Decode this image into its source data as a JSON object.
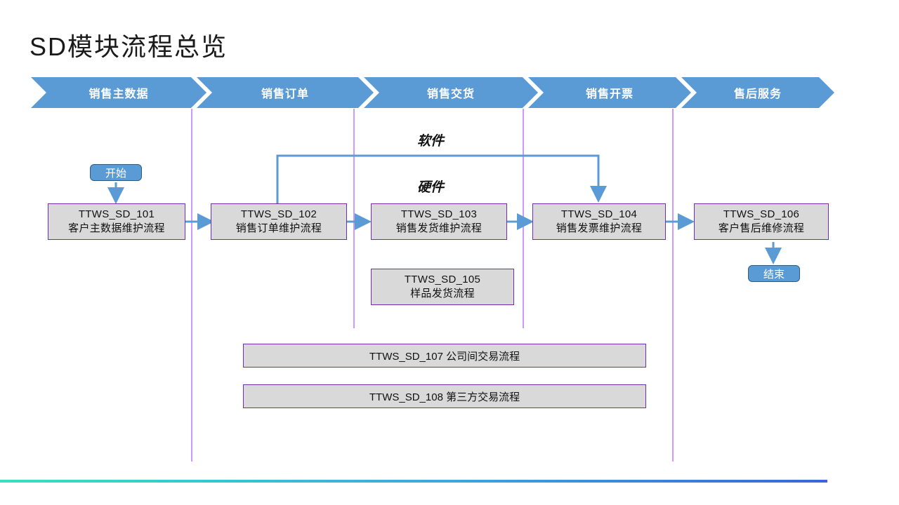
{
  "page": {
    "title": "SD模块流程总览",
    "background": "#ffffff",
    "accent_blue": "#5B9BD5",
    "box_fill": "#D9D9D9",
    "box_border": "#7030A0",
    "lane_divider_color": "#CC99FF"
  },
  "banner": {
    "phases": [
      {
        "label": "销售主数据"
      },
      {
        "label": "销售订单"
      },
      {
        "label": "销售交货"
      },
      {
        "label": "销售开票"
      },
      {
        "label": "售后服务"
      }
    ]
  },
  "terminals": {
    "start": {
      "label": "开始"
    },
    "end": {
      "label": "结束"
    }
  },
  "branch_labels": {
    "software": "软件",
    "hardware": "硬件"
  },
  "processes": [
    {
      "code": "TTWS_SD_101",
      "name": "客户主数据维护流程"
    },
    {
      "code": "TTWS_SD_102",
      "name": "销售订单维护流程"
    },
    {
      "code": "TTWS_SD_103",
      "name": "销售发货维护流程"
    },
    {
      "code": "TTWS_SD_104",
      "name": "销售发票维护流程"
    },
    {
      "code": "TTWS_SD_106",
      "name": "客户售后维修流程"
    },
    {
      "code": "TTWS_SD_105",
      "name": "样品发货流程"
    }
  ],
  "wide_bars": [
    {
      "text": "TTWS_SD_107  公司间交易流程"
    },
    {
      "text": "TTWS_SD_108  第三方交易流程"
    }
  ]
}
